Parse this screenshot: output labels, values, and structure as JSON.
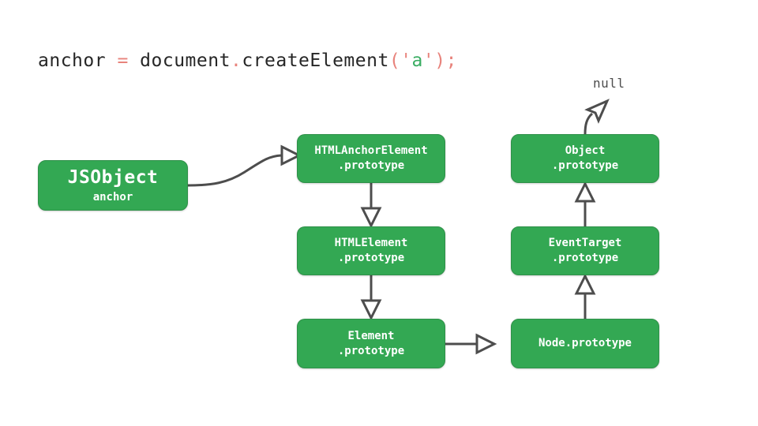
{
  "diagram": {
    "title": "JavaScript prototype chain for document.createElement('a')",
    "background_color": "#ffffff",
    "node_color": "#33a853",
    "node_border_color": "#2f9049",
    "node_text_color": "#ffffff",
    "arrow_color": "#4d4d4d"
  },
  "code": {
    "tokens": [
      {
        "text": "anchor",
        "kind": "plain"
      },
      {
        "text": " ",
        "kind": "plain"
      },
      {
        "text": "=",
        "kind": "punct"
      },
      {
        "text": " ",
        "kind": "plain"
      },
      {
        "text": "document",
        "kind": "plain"
      },
      {
        "text": ".",
        "kind": "punct"
      },
      {
        "text": "createElement",
        "kind": "plain"
      },
      {
        "text": "(",
        "kind": "punct"
      },
      {
        "text": "'",
        "kind": "punct"
      },
      {
        "text": "a",
        "kind": "str"
      },
      {
        "text": "'",
        "kind": "punct"
      },
      {
        "text": ")",
        "kind": "punct"
      },
      {
        "text": ";",
        "kind": "punct"
      }
    ],
    "plain_text": "anchor = document.createElement('a');",
    "colors": {
      "plain": "#262626",
      "punct": "#e8837c",
      "string": "#3aad63"
    }
  },
  "nodes": {
    "jsobject": {
      "line1": "JSObject",
      "line2": "anchor"
    },
    "htmlanchor": {
      "line1": "HTMLAnchorElement",
      "line2": ".prototype"
    },
    "htmlelement": {
      "line1": "HTMLElement",
      "line2": ".prototype"
    },
    "element": {
      "line1": "Element",
      "line2": ".prototype"
    },
    "object": {
      "line1": "Object",
      "line2": ".prototype"
    },
    "eventtarget": {
      "line1": "EventTarget",
      "line2": ".prototype"
    },
    "nodeproto": {
      "line1": "Node.prototype",
      "line2": ""
    }
  },
  "labels": {
    "null": "null"
  },
  "edges": [
    {
      "from": "jsobject",
      "to": "htmlanchor",
      "style": "curved",
      "direction": "right"
    },
    {
      "from": "htmlanchor",
      "to": "htmlelement",
      "style": "straight",
      "direction": "down"
    },
    {
      "from": "htmlelement",
      "to": "element",
      "style": "straight",
      "direction": "down"
    },
    {
      "from": "element",
      "to": "nodeproto",
      "style": "straight",
      "direction": "right"
    },
    {
      "from": "nodeproto",
      "to": "eventtarget",
      "style": "straight",
      "direction": "up"
    },
    {
      "from": "eventtarget",
      "to": "object",
      "style": "straight",
      "direction": "up"
    },
    {
      "from": "object",
      "to": "null",
      "style": "curved",
      "direction": "up-right"
    }
  ]
}
